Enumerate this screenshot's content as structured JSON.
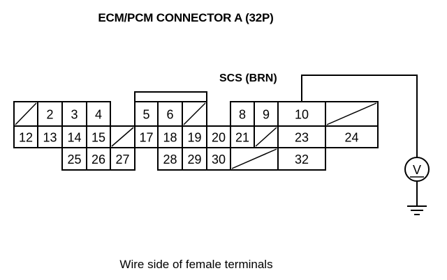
{
  "title": "ECM/PCM CONNECTOR A (32P)",
  "wire_label": "SCS (BRN)",
  "caption": "Wire side of female terminals",
  "meter_symbol": "V",
  "terminals": [
    {
      "id": "2",
      "label": "2"
    },
    {
      "id": "3",
      "label": "3"
    },
    {
      "id": "4",
      "label": "4"
    },
    {
      "id": "5",
      "label": "5"
    },
    {
      "id": "6",
      "label": "6"
    },
    {
      "id": "8",
      "label": "8"
    },
    {
      "id": "9",
      "label": "9"
    },
    {
      "id": "10",
      "label": "10"
    },
    {
      "id": "12",
      "label": "12"
    },
    {
      "id": "13",
      "label": "13"
    },
    {
      "id": "14",
      "label": "14"
    },
    {
      "id": "15",
      "label": "15"
    },
    {
      "id": "17",
      "label": "17"
    },
    {
      "id": "18",
      "label": "18"
    },
    {
      "id": "19",
      "label": "19"
    },
    {
      "id": "20",
      "label": "20"
    },
    {
      "id": "21",
      "label": "21"
    },
    {
      "id": "23",
      "label": "23"
    },
    {
      "id": "24",
      "label": "24"
    },
    {
      "id": "25",
      "label": "25"
    },
    {
      "id": "26",
      "label": "26"
    },
    {
      "id": "27",
      "label": "27"
    },
    {
      "id": "28",
      "label": "28"
    },
    {
      "id": "29",
      "label": "29"
    },
    {
      "id": "30",
      "label": "30"
    },
    {
      "id": "32",
      "label": "32"
    }
  ]
}
